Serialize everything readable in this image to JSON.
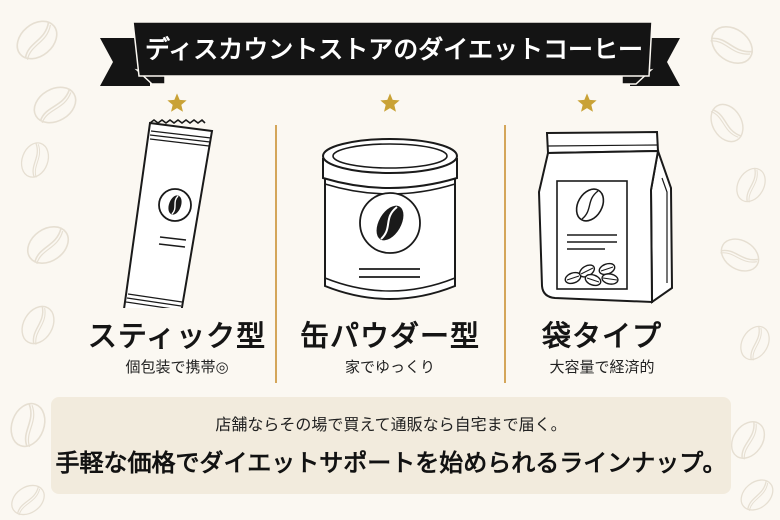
{
  "header": {
    "title": "ディスカウントストアのダイエットコーヒー",
    "banner_color": "#141414",
    "title_color": "#ffffff"
  },
  "colors": {
    "background": "#fbf8f2",
    "accent_gold": "#c9a236",
    "divider": "#d4a65a",
    "panel": "#f2ebdd",
    "bean_watermark": "#e8e1d4"
  },
  "products": [
    {
      "icon": "star-icon",
      "illustration": "coffee-stick-icon",
      "name": "スティック型",
      "description": "個包装で携帯◎"
    },
    {
      "icon": "star-icon",
      "illustration": "coffee-can-icon",
      "name": "缶パウダー型",
      "description": "家でゆっくり"
    },
    {
      "icon": "star-icon",
      "illustration": "coffee-bag-icon",
      "name": "袋タイプ",
      "description": "大容量で経済的"
    }
  ],
  "info_panel": {
    "line1": "店舗ならその場で買えて通販なら自宅まで届く。",
    "line2": "手軽な価格でダイエットサポートを始められるラインナップ。"
  }
}
